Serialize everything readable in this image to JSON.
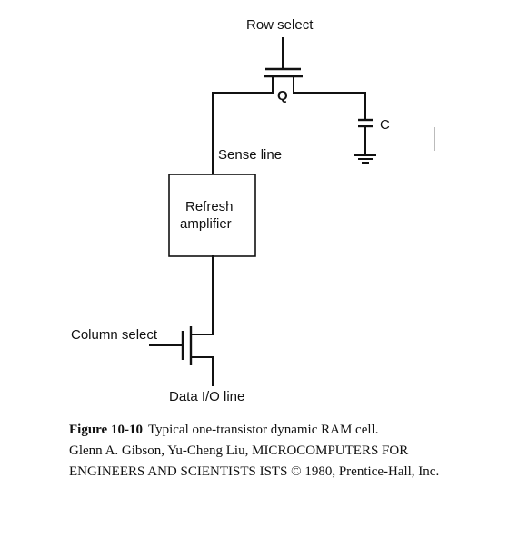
{
  "diagram": {
    "labels": {
      "row_select": "Row select",
      "transistor_q": "Q",
      "capacitor_c": "C",
      "sense_line": "Sense line",
      "refresh_amplifier_line1": "Refresh",
      "refresh_amplifier_line2": "amplifier",
      "column_select": "Column select",
      "data_io_line": "Data I/O line"
    }
  },
  "caption": {
    "figure_number": "Figure 10-10",
    "title": "Typical   one-transistor dynamic RAM cell.",
    "line2": "Glenn A. Gibson,  Yu-Cheng  Liu,  MICROCOMPUTERS FOR",
    "line3": "ENGINEERS AND SCIENTISTS ISTS © 1980, Prentice-Hall, Inc."
  }
}
